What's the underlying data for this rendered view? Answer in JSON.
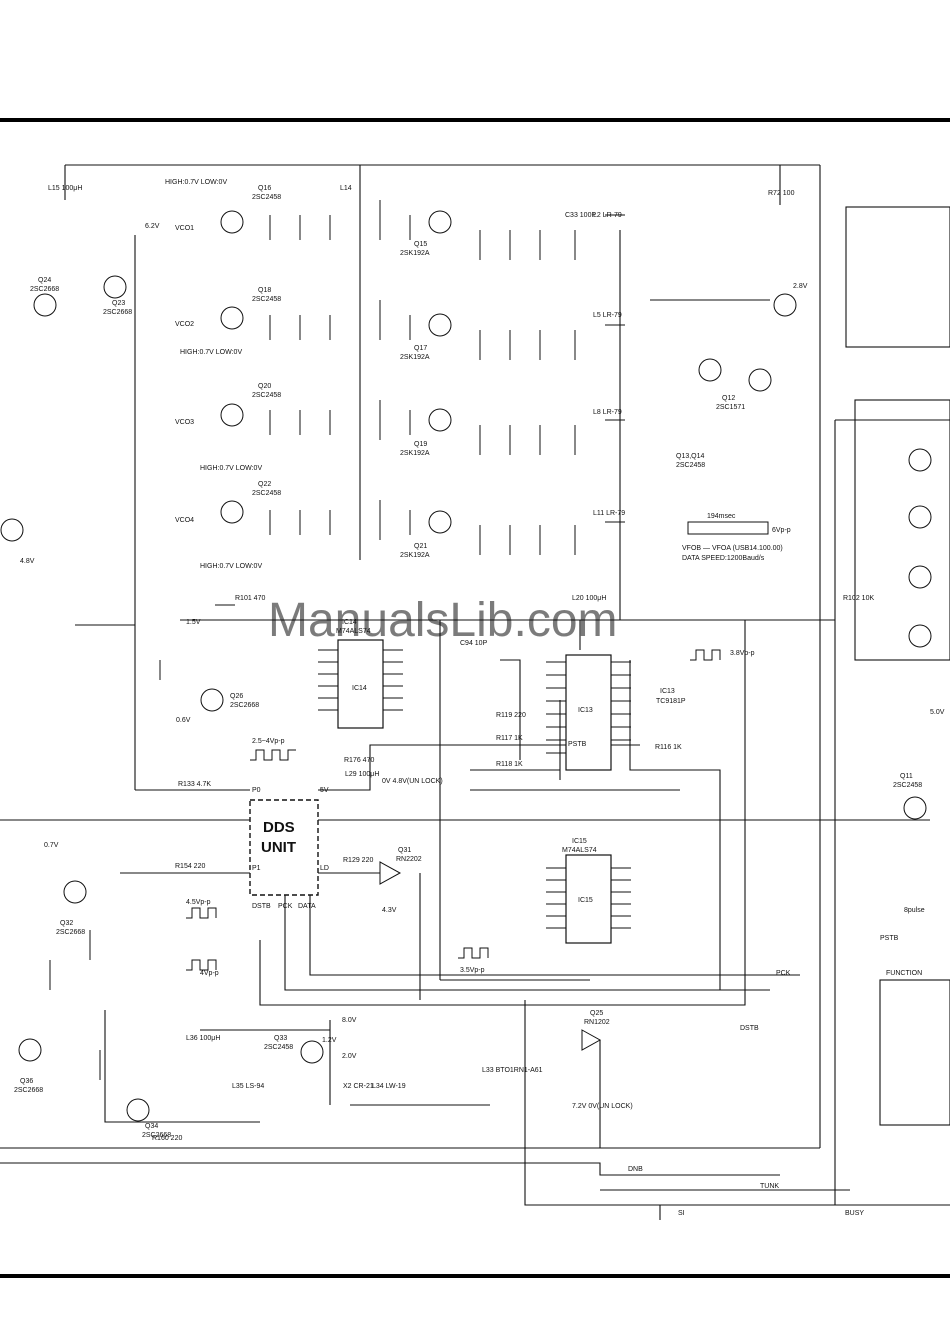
{
  "watermark": "ManualsLib.com",
  "dds_unit": {
    "title": "DDS",
    "subtitle": "UNIT",
    "pins": [
      "P0",
      "P1",
      "5V",
      "LD",
      "DSTB",
      "PCK",
      "DATA"
    ]
  },
  "ics": [
    {
      "ref": "IC14",
      "part": "M74ALS74",
      "body": "IC14"
    },
    {
      "ref": "IC13",
      "part": "TC9181P",
      "body": "IC13"
    },
    {
      "ref": "IC15",
      "part": "M74ALS74",
      "body": "IC15"
    }
  ],
  "buffers": [
    {
      "ref": "Q31",
      "part": "RN2202"
    },
    {
      "ref": "Q25",
      "part": "RN1202"
    }
  ],
  "transistors": [
    {
      "ref": "Q16",
      "part": "2SC2458"
    },
    {
      "ref": "Q18",
      "part": "2SC2458"
    },
    {
      "ref": "Q20",
      "part": "2SC2458"
    },
    {
      "ref": "Q22",
      "part": "2SC2458"
    },
    {
      "ref": "Q23",
      "part": "2SC2668"
    },
    {
      "ref": "Q24",
      "part": "2SC2668"
    },
    {
      "ref": "Q15",
      "part": "2SK192A"
    },
    {
      "ref": "Q17",
      "part": "2SK192A"
    },
    {
      "ref": "Q19",
      "part": "2SK192A"
    },
    {
      "ref": "Q21",
      "part": "2SK192A"
    },
    {
      "ref": "Q12",
      "part": "2SC1571"
    },
    {
      "ref": "Q26",
      "part": "2SC2668"
    },
    {
      "ref": "Q32",
      "part": "2SC2668"
    },
    {
      "ref": "Q33",
      "part": "2SC2458"
    },
    {
      "ref": "Q34",
      "part": "2SC2668"
    },
    {
      "ref": "Q36",
      "part": "2SC2668"
    },
    {
      "ref": "Q11",
      "part": "2SC2458"
    },
    {
      "ref": "Q13,Q14",
      "part": "2SC2458"
    }
  ],
  "labels": {
    "high_low_1": "HIGH:0.7V LOW:0V",
    "high_low_2": "HIGH:0.7V LOW:0V",
    "high_low_3": "HIGH:0.7V LOW:0V",
    "high_low_4": "HIGH:0.7V LOW:0V",
    "vco1": "VCO1",
    "vco2": "VCO2",
    "vco3": "VCO3",
    "vco4": "VCO4",
    "l15": "L15 100μH",
    "l14": "L14",
    "l2": "L2 LR-79",
    "l5": "L5 LR-79",
    "l8": "L8 LR-79",
    "l11": "L11 LR-79",
    "l20": "L20 100μH",
    "l29": "L29 100μH",
    "l36": "L36 100μH",
    "l33": "L33 BTO1RN1-A61",
    "l34": "L34 LW-19",
    "l35": "L35 LS-94",
    "x2": "X2 CR-21",
    "r72": "R72 100",
    "r101": "R101 470",
    "r133": "R133 4.7K",
    "r154": "R154 220",
    "r129": "R129 220",
    "r160": "R160 220",
    "r119": "R119 220",
    "r117": "R117 1K",
    "r118": "R118 1K",
    "r116": "R116 1K",
    "r176": "R176 470",
    "r102": "R102 10K",
    "c94": "C94 10P",
    "c33": "C33 100P",
    "v1_5": "1.5V",
    "v0_6": "0.6V",
    "v6_2": "6.2V",
    "v2_8": "2.8V",
    "v4_8": "4.8V",
    "v8_0": "8.0V",
    "v4_3": "4.3V",
    "v1_2": "1.2V",
    "v2_0": "2.0V",
    "v5_0": "5.0V",
    "v0_7": "0.7V",
    "unlock": "0V 4.8V(UN LOCK)",
    "unlock2": "7.2V 0V(UN LOCK)",
    "wave1": "2.5~4Vp-p",
    "wave2": "4.5Vp-p",
    "wave3": "4Vp-p",
    "wave4": "3.5Vp-p",
    "wave5": "3.8Vp-p",
    "timing": "194msec",
    "vfob": "VFOB — VFOA (USB14.100.00)",
    "speed": "DATA SPEED:1200Baud/s",
    "vpp": "6Vp-p",
    "dnb": "DNB",
    "tunk": "TUNK",
    "si": "SI",
    "busy": "BUSY",
    "pstb": "PSTB",
    "pck": "PCK",
    "dstb": "DSTB",
    "function": "FUNCTION",
    "pulses": "8pulse"
  }
}
